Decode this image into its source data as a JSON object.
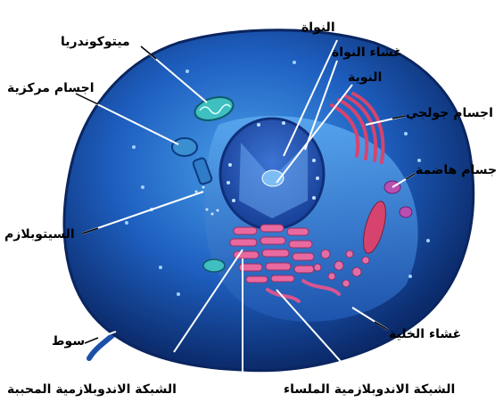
{
  "labels": {
    "mitochondria": "ميتوكوندريا",
    "nucleus": "النواة",
    "nuclear_membrane": "غشاء النواة",
    "nucleolus": "النوية",
    "centrosomes": "اجسام مركزية",
    "golgi": "اجسام جولجي",
    "lysosomes": "جسام هاضمة",
    "cytoplasm": "السيتوبلازم",
    "cell_membrane": "غشاء الخلية",
    "flagellum": "سوط",
    "rough_er": "الشبكة الاندوبلازمية المحببة",
    "smooth_er": "الشبكة الاندوبلازمية الملساء"
  },
  "colors": {
    "cell_body": "#1e5fc0",
    "cell_dark": "#0c2f75",
    "cytoplasm_light": "#3f8fe0",
    "nucleus": "#2a56b8",
    "er_pink": "#e86aa0",
    "golgi_pink": "#d6446e",
    "mitochondria": "#3fbfbf",
    "leader_line": "#ffffff",
    "label_text": "#000000"
  }
}
